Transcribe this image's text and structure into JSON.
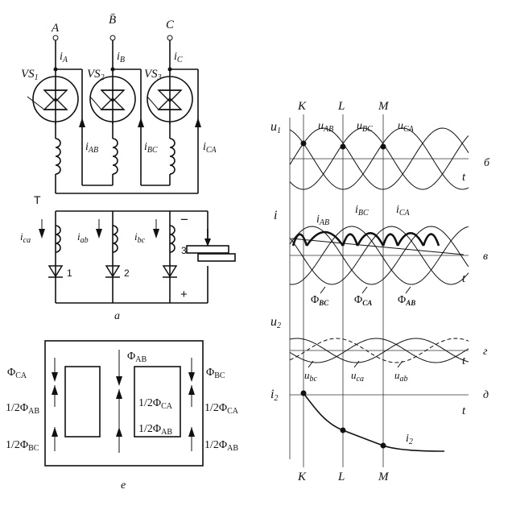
{
  "panel_a": {
    "phases": [
      "A",
      "B̄",
      "C"
    ],
    "thyristors": [
      {
        "name": "VS",
        "sub": "1"
      },
      {
        "name": "VS",
        "sub": "2"
      },
      {
        "name": "VS",
        "sub": "3"
      }
    ],
    "line_currents": [
      {
        "i": "i",
        "sub": "A"
      },
      {
        "i": "i",
        "sub": "B"
      },
      {
        "i": "i",
        "sub": "C"
      }
    ],
    "loop_currents": [
      {
        "i": "i",
        "sub": "AB"
      },
      {
        "i": "i",
        "sub": "BC"
      },
      {
        "i": "i",
        "sub": "CA"
      }
    ],
    "transformer": "T",
    "secondary_currents": [
      {
        "i": "i",
        "sub": "ca"
      },
      {
        "i": "i",
        "sub": "ab"
      },
      {
        "i": "i",
        "sub": "bc"
      }
    ],
    "diodes": [
      "1",
      "2",
      "3"
    ],
    "minus": "−",
    "plus": "+",
    "caption": "а"
  },
  "panel_e": {
    "caption": "е",
    "left_labels": [
      {
        "text": "Φ",
        "sub": "CA"
      },
      {
        "text": "1/2Φ",
        "sub": "AB"
      },
      {
        "text": "1/2Φ",
        "sub": "BC"
      }
    ],
    "top_center": {
      "text": "Φ",
      "sub": "AB"
    },
    "inner_labels": [
      {
        "text": "1/2Φ",
        "sub": "CA"
      },
      {
        "text": "1/2Φ",
        "sub": "AB"
      }
    ],
    "right_labels": [
      {
        "text": "Φ",
        "sub": "BC"
      },
      {
        "text": "1/2Φ",
        "sub": "CA"
      },
      {
        "text": "1/2Φ",
        "sub": "AB"
      }
    ]
  },
  "waveforms": {
    "points_top": [
      "K",
      "L",
      "M"
    ],
    "points_bottom": [
      "K",
      "L",
      "M"
    ],
    "t_label": "t",
    "b": {
      "axis": "u",
      "axis_sub": "1",
      "letter": "б",
      "curves": [
        {
          "t": "u",
          "sub": "AB"
        },
        {
          "t": "u",
          "sub": "BC"
        },
        {
          "t": "u",
          "sub": "CA"
        }
      ]
    },
    "v": {
      "axis": "i",
      "letter": "в",
      "curves": [
        {
          "t": "i",
          "sub": "AB"
        },
        {
          "t": "i",
          "sub": "BC"
        },
        {
          "t": "i",
          "sub": "CA"
        }
      ],
      "fluxes": [
        {
          "t": "Φ",
          "sub": "BC"
        },
        {
          "t": "Φ",
          "sub": "CA"
        },
        {
          "t": "Φ",
          "sub": "AB"
        }
      ]
    },
    "g": {
      "axis": "u",
      "axis_sub": "2",
      "letter": "г",
      "curves": [
        {
          "t": "u",
          "sub": "bc"
        },
        {
          "t": "u",
          "sub": "ca"
        },
        {
          "t": "u",
          "sub": "ab"
        }
      ]
    },
    "d": {
      "axis": "i",
      "axis_sub": "2",
      "letter": "д",
      "curve": {
        "t": "i",
        "sub": "2"
      }
    }
  }
}
